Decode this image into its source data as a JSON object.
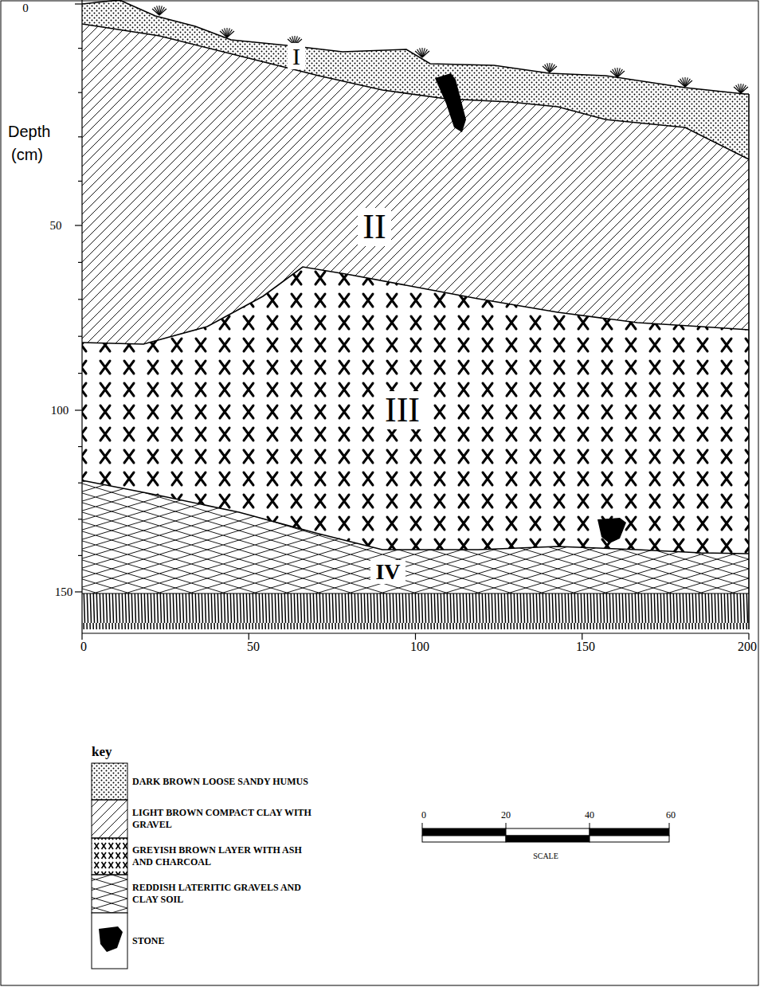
{
  "diagram": {
    "labels": [
      "Depth",
      "(cm)",
      "0",
      "50",
      "100",
      "150",
      "I",
      "II",
      "III",
      "IV",
      "0",
      "50",
      "100",
      "150",
      "200",
      "key",
      "0",
      "20",
      "40",
      "60",
      "SCALE"
    ],
    "legend": [
      {
        "text": "DARK BROWN LOOSE SANDY HUMUS"
      },
      {
        "text": "LIGHT BROWN COMPACT CLAY WITH GRAVEL"
      },
      {
        "text": "GREYISH BROWN LAYER WITH ASH AND CHARCOAL"
      },
      {
        "text": "REDDISH LATERITIC GRAVELS AND CLAY SOIL"
      },
      {
        "text": "STONE"
      }
    ]
  }
}
